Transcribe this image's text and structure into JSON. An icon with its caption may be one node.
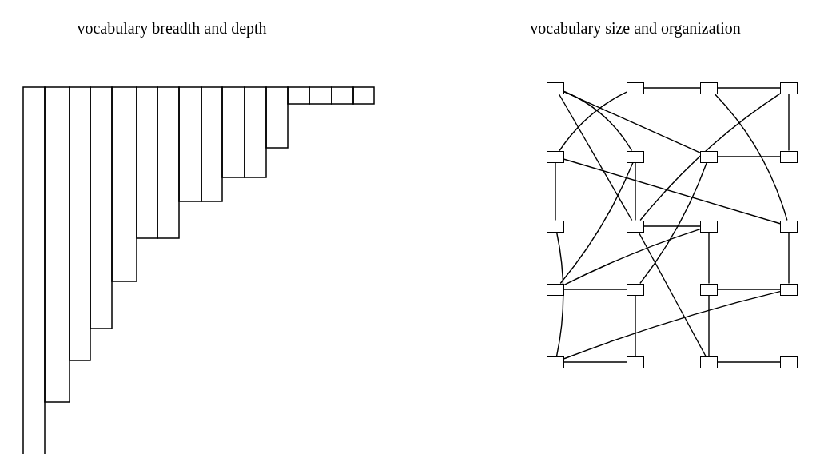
{
  "diagram": {
    "nodes": [
      {
        "text": [],
        "shape": "box"
      },
      {
        "text": [],
        "shape": "box"
      },
      {
        "text": [],
        "shape": "box"
      },
      {
        "text": [],
        "shape": "box"
      },
      {
        "text": [],
        "shape": "box"
      },
      {
        "text": [],
        "shape": "box"
      },
      {
        "text": [],
        "shape": "box"
      },
      {
        "text": [],
        "shape": "box"
      },
      {
        "text": [],
        "shape": "box"
      },
      {
        "text": [],
        "shape": "box"
      },
      {
        "text": [],
        "shape": "box"
      },
      {
        "text": [],
        "shape": "box"
      },
      {
        "text": [],
        "shape": "box"
      },
      {
        "text": [],
        "shape": "box"
      },
      {
        "text": [],
        "shape": "box"
      },
      {
        "text": [],
        "shape": "box"
      },
      {
        "text": [],
        "shape": "box"
      },
      {
        "text": [],
        "shape": "box"
      },
      {
        "text": [],
        "shape": "box"
      },
      {
        "text": [],
        "shape": "box"
      }
    ],
    "edges": [
      {
        "from": 1,
        "to": 2,
        "arrow": "none"
      },
      {
        "from": 2,
        "to": 3,
        "arrow": "none"
      },
      {
        "from": 0,
        "to": 5,
        "arrow": "none"
      },
      {
        "from": 0,
        "to": 6,
        "arrow": "none"
      },
      {
        "from": 0,
        "to": 9,
        "arrow": "none"
      },
      {
        "from": 1,
        "to": 4,
        "arrow": "none"
      },
      {
        "from": 2,
        "to": 11,
        "arrow": "none"
      },
      {
        "from": 3,
        "to": 9,
        "arrow": "none"
      },
      {
        "from": 3,
        "to": 7,
        "arrow": "none"
      },
      {
        "from": 6,
        "to": 7,
        "arrow": "none"
      },
      {
        "from": 4,
        "to": 8,
        "arrow": "none"
      },
      {
        "from": 4,
        "to": 11,
        "arrow": "none"
      },
      {
        "from": 5,
        "to": 12,
        "arrow": "none"
      },
      {
        "from": 5,
        "to": 9,
        "arrow": "none"
      },
      {
        "from": 6,
        "to": 13,
        "arrow": "none"
      },
      {
        "from": 9,
        "to": 10,
        "arrow": "none"
      },
      {
        "from": 8,
        "to": 16,
        "arrow": "none"
      },
      {
        "from": 9,
        "to": 18,
        "arrow": "none"
      },
      {
        "from": 10,
        "to": 12,
        "arrow": "none"
      },
      {
        "from": 10,
        "to": 14,
        "arrow": "none"
      },
      {
        "from": 11,
        "to": 15,
        "arrow": "none"
      },
      {
        "from": 12,
        "to": 13,
        "arrow": "none"
      },
      {
        "from": 13,
        "to": 17,
        "arrow": "none"
      },
      {
        "from": 14,
        "to": 15,
        "arrow": "none"
      },
      {
        "from": 14,
        "to": 18,
        "arrow": "none"
      },
      {
        "from": 15,
        "to": 16,
        "arrow": "none"
      },
      {
        "from": 16,
        "to": 17,
        "arrow": "none"
      },
      {
        "from": 18,
        "to": 19,
        "arrow": "none"
      }
    ],
    "labels": [
      "vocabulary breadth and depth",
      "vocabulary size and organization"
    ]
  }
}
